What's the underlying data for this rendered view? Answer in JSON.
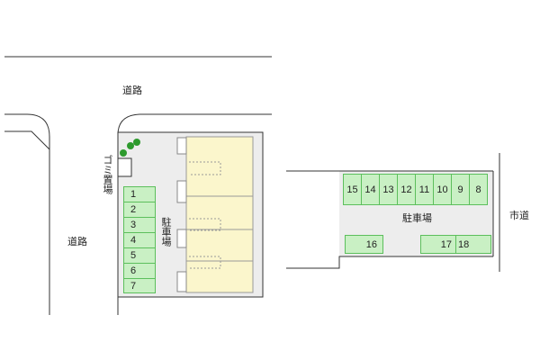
{
  "map": {
    "road_top": "道路",
    "road_left": "道路",
    "city_road": "市道",
    "garbage": "ゴミ置場",
    "parking_left": "駐車場",
    "parking_right": "駐車場",
    "left_slots": [
      "1",
      "2",
      "3",
      "4",
      "5",
      "6",
      "7"
    ],
    "right_top_slots": [
      "15",
      "14",
      "13",
      "12",
      "11",
      "10",
      "9",
      "8"
    ],
    "right_bottom_slots": [
      "16",
      "17",
      "18"
    ],
    "colors": {
      "parking_fill": "#c9f0c4",
      "parking_border": "#5cbf5c",
      "building_fill": "#fbf6cc",
      "lot_fill": "#ededed",
      "tree": "#2d9a2d"
    }
  }
}
